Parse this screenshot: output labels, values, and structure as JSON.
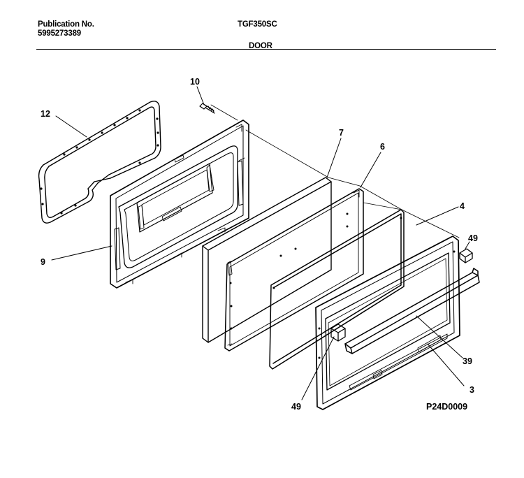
{
  "header": {
    "publication_label": "Publication No.",
    "publication_number": "5995273389",
    "model": "TGF350SC",
    "section": "DOOR"
  },
  "callouts": {
    "p12": "12",
    "p10": "10",
    "p9": "9",
    "p7": "7",
    "p6": "6",
    "p4": "4",
    "p49a": "49",
    "p49b": "49",
    "p39": "39",
    "p3": "3"
  },
  "figure_code": "P24D0009"
}
